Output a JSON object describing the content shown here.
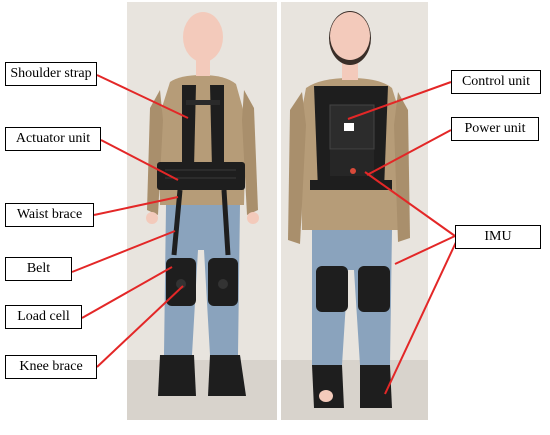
{
  "labels": {
    "shoulder_strap": "Shoulder strap",
    "actuator_unit": "Actuator unit",
    "waist_brace": "Waist brace",
    "belt": "Belt",
    "load_cell": "Load cell",
    "knee_brace": "Knee brace",
    "control_unit": "Control unit",
    "power_unit": "Power unit",
    "imu": "IMU"
  },
  "colors": {
    "leader_line": "#e32727",
    "label_border": "#000000",
    "backdrop": "#e8e4de",
    "sweater": "#b69c78",
    "jeans": "#8aa3bd",
    "equipment": "#1e1e1e",
    "skin": "#f3cabb"
  },
  "figures": [
    "front-view-photo",
    "back-view-photo"
  ]
}
